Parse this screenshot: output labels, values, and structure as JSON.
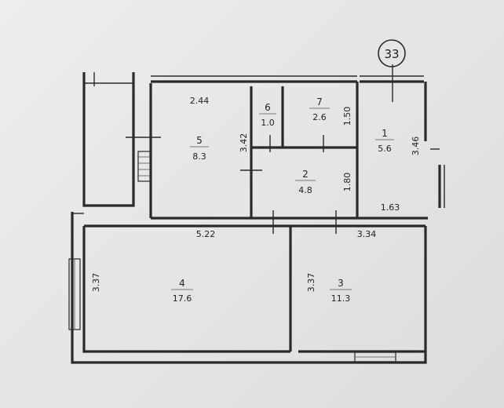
{
  "rooms": [
    {
      "number": "1",
      "area": "5.6"
    },
    {
      "number": "2",
      "area": "4.8"
    },
    {
      "number": "3",
      "area": "11.3"
    },
    {
      "number": "4",
      "area": "17.6"
    },
    {
      "number": "5",
      "area": "8.3"
    },
    {
      "number": "6",
      "area": "1.0"
    },
    {
      "number": "7",
      "area": "2.6"
    }
  ],
  "dimensions": {
    "d_244": "2.44",
    "d_342": "3.42",
    "d_150": "1.50",
    "d_346": "3.46",
    "d_180": "1.80",
    "d_163": "1.63",
    "d_522": "5.22",
    "d_334": "3.34",
    "d_337_left": "3.37",
    "d_337_mid": "3.37"
  },
  "apartment_number": "33",
  "colors": {
    "ink": "#2a2a2a",
    "paper": "#e9e9e7"
  }
}
